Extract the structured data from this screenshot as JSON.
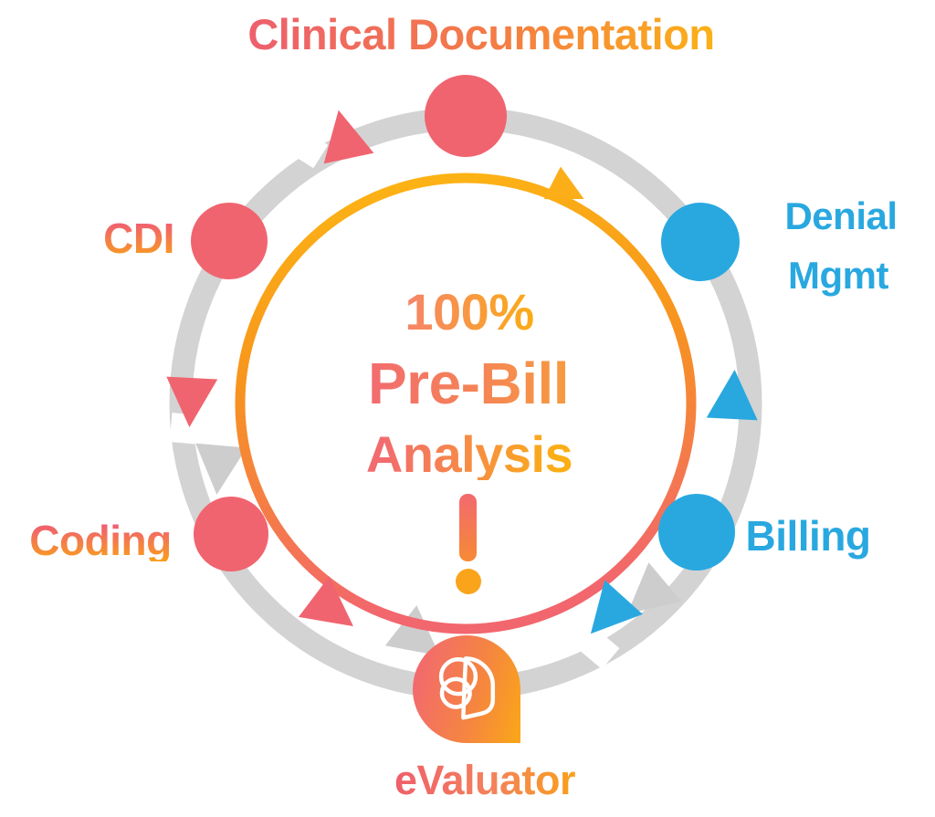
{
  "diagram": {
    "title": "Clinical Documentation",
    "labels": {
      "top": "Clinical Documentation",
      "upper_left": "CDI",
      "upper_right_line1": "Denial",
      "upper_right_line2": "Mgmt",
      "left": "Coding",
      "right": "Billing",
      "bottom": "eValuator",
      "center_line1": "100%",
      "center_line2": "Pre-Bill",
      "center_line3": "Analysis",
      "center_punctuation": "!"
    },
    "icons": {
      "logo": "evaluator-overlapping-rings-logo",
      "flow_arrows": [
        "pink-arrow-up-top-left",
        "pink-arrow-down-left",
        "pink-arrow-down-right-bottom-left",
        "blue-arrow-up-right",
        "blue-arrow-down-left-bottom-right",
        "gold-arrow-inner-ring"
      ]
    },
    "colors": {
      "pink": "#F0646F",
      "blue": "#29A8E0",
      "gold": "#FBAE17",
      "gray_ring": "#D3D3D3",
      "gradient_pink_end": "#ED5F6D",
      "gradient_gold_end": "#FBB117",
      "background": "#FFFFFF"
    }
  }
}
